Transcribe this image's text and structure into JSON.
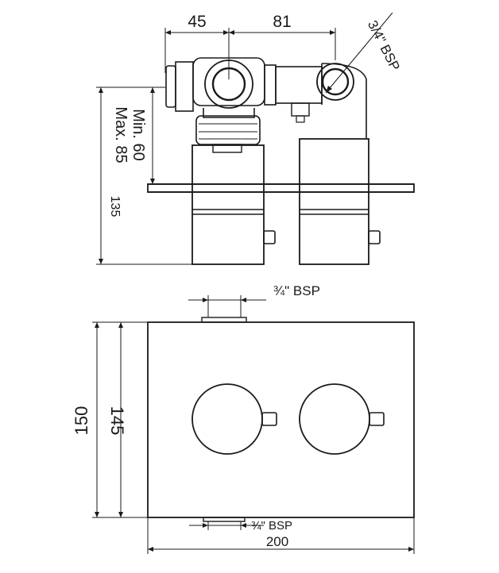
{
  "side_view": {
    "dim_top_left": "45",
    "dim_top_right": "81",
    "outlet_label": "3/4\" BSP",
    "min_depth": "Min. 60",
    "max_depth": "Max. 85",
    "overall_height": "135"
  },
  "front_view": {
    "top_inlet_label": "¾\" BSP",
    "bottom_outlet_label": "¾\" BSP",
    "plate_height_outer": "150",
    "plate_height_inner": "145",
    "plate_width": "200"
  },
  "colors": {
    "line": "#1a1a1a",
    "background": "#ffffff"
  }
}
